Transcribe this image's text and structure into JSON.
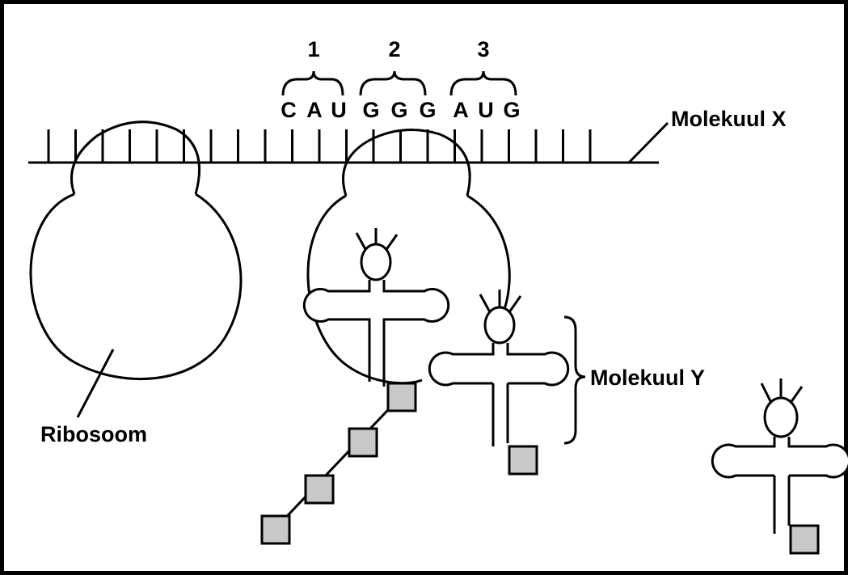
{
  "labels": {
    "molecule_x": "Molekuul X",
    "molecule_y": "Molekuul Y",
    "ribosome": "Ribosoom"
  },
  "codons": [
    {
      "number": "1",
      "bases": [
        "C",
        "A",
        "U"
      ]
    },
    {
      "number": "2",
      "bases": [
        "G",
        "G",
        "G"
      ]
    },
    {
      "number": "3",
      "bases": [
        "A",
        "U",
        "G"
      ]
    }
  ],
  "colors": {
    "line": "#000000",
    "amino_acid_fill": "#c8c8c8",
    "background": "#ffffff"
  }
}
